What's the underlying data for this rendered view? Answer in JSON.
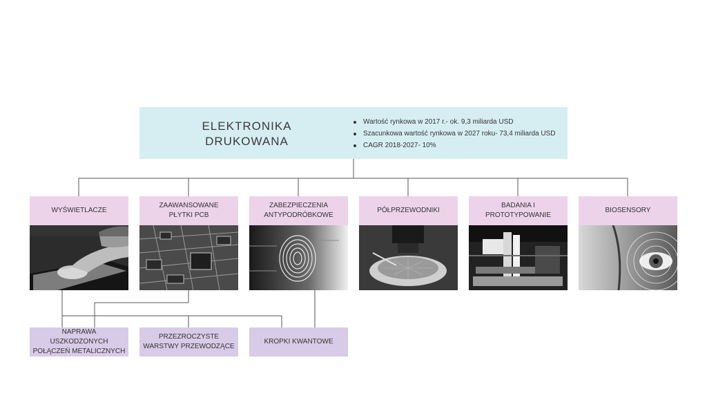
{
  "root": {
    "title": "ELEKTRONIKA\nDRUKOWANA",
    "facts": [
      "Wartość rynkowa w 2017 r.- ok. 9,3 miliarda USD",
      "Szacunkowa wartość rynkowa w 2027 roku- 73,4 miliarda USD",
      "CAGR 2018-2027- 10%"
    ]
  },
  "categories": [
    {
      "label": "WYŚWIETLACZE",
      "image": "tablet-touch-photo"
    },
    {
      "label": "ZAAWANSOWANE\nPŁYTKI PCB",
      "image": "circuit-board-photo"
    },
    {
      "label": "ZABEZPIECZENIA\nANTYPODRÓBKOWE",
      "image": "fingerprint-photo"
    },
    {
      "label": "PÓŁPRZEWODNIKI",
      "image": "wafer-microscope-photo"
    },
    {
      "label": "BADANIA I PROTOTYPOWANIE",
      "image": "printer-machine-photo"
    },
    {
      "label": "BIOSENSORY",
      "image": "eye-scan-photo"
    }
  ],
  "applications": [
    {
      "label": "NAPRAWA USZKODZONYCH\nPOŁĄCZEŃ METALICZNYCH"
    },
    {
      "label": "PRZEZROCZYSTE\nWARSTWY PRZEWODZĄCE"
    },
    {
      "label": "KROPKI KWANTOWE"
    }
  ],
  "colors": {
    "root_box": "#d6eef2",
    "category_label": "#ecd3ea",
    "application_box": "#d8cbe7",
    "connector": "#555555"
  }
}
